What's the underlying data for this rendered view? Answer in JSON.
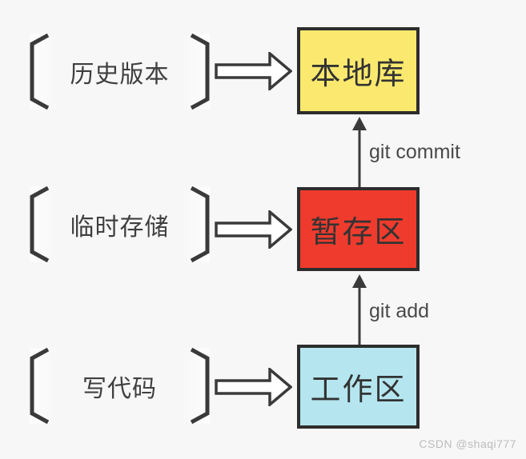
{
  "diagram": {
    "title_hint": "git workflow diagram",
    "rows": [
      {
        "bracket_label": "历史版本",
        "box_label": "本地库",
        "box_fill": "#FAE96E"
      },
      {
        "bracket_label": "临时存储",
        "box_label": "暂存区",
        "box_fill": "#EF3B2D"
      },
      {
        "bracket_label": "写代码",
        "box_label": "工作区",
        "box_fill": "#B5E6EF"
      }
    ],
    "flow_arrows": [
      {
        "label": "git commit"
      },
      {
        "label": "git add"
      }
    ],
    "watermark": "CSDN @shaqi777",
    "colors": {
      "background": "#f7f7f7",
      "stroke": "#3a3a3a",
      "box_border": "#2d2d2d",
      "box_text": "#333333",
      "bracket_text": "#3f3f3f",
      "flow_label_text": "#4a4a4a",
      "watermark_text": "#bcbcbc",
      "block_arrow_fill": "#ffffff"
    }
  }
}
